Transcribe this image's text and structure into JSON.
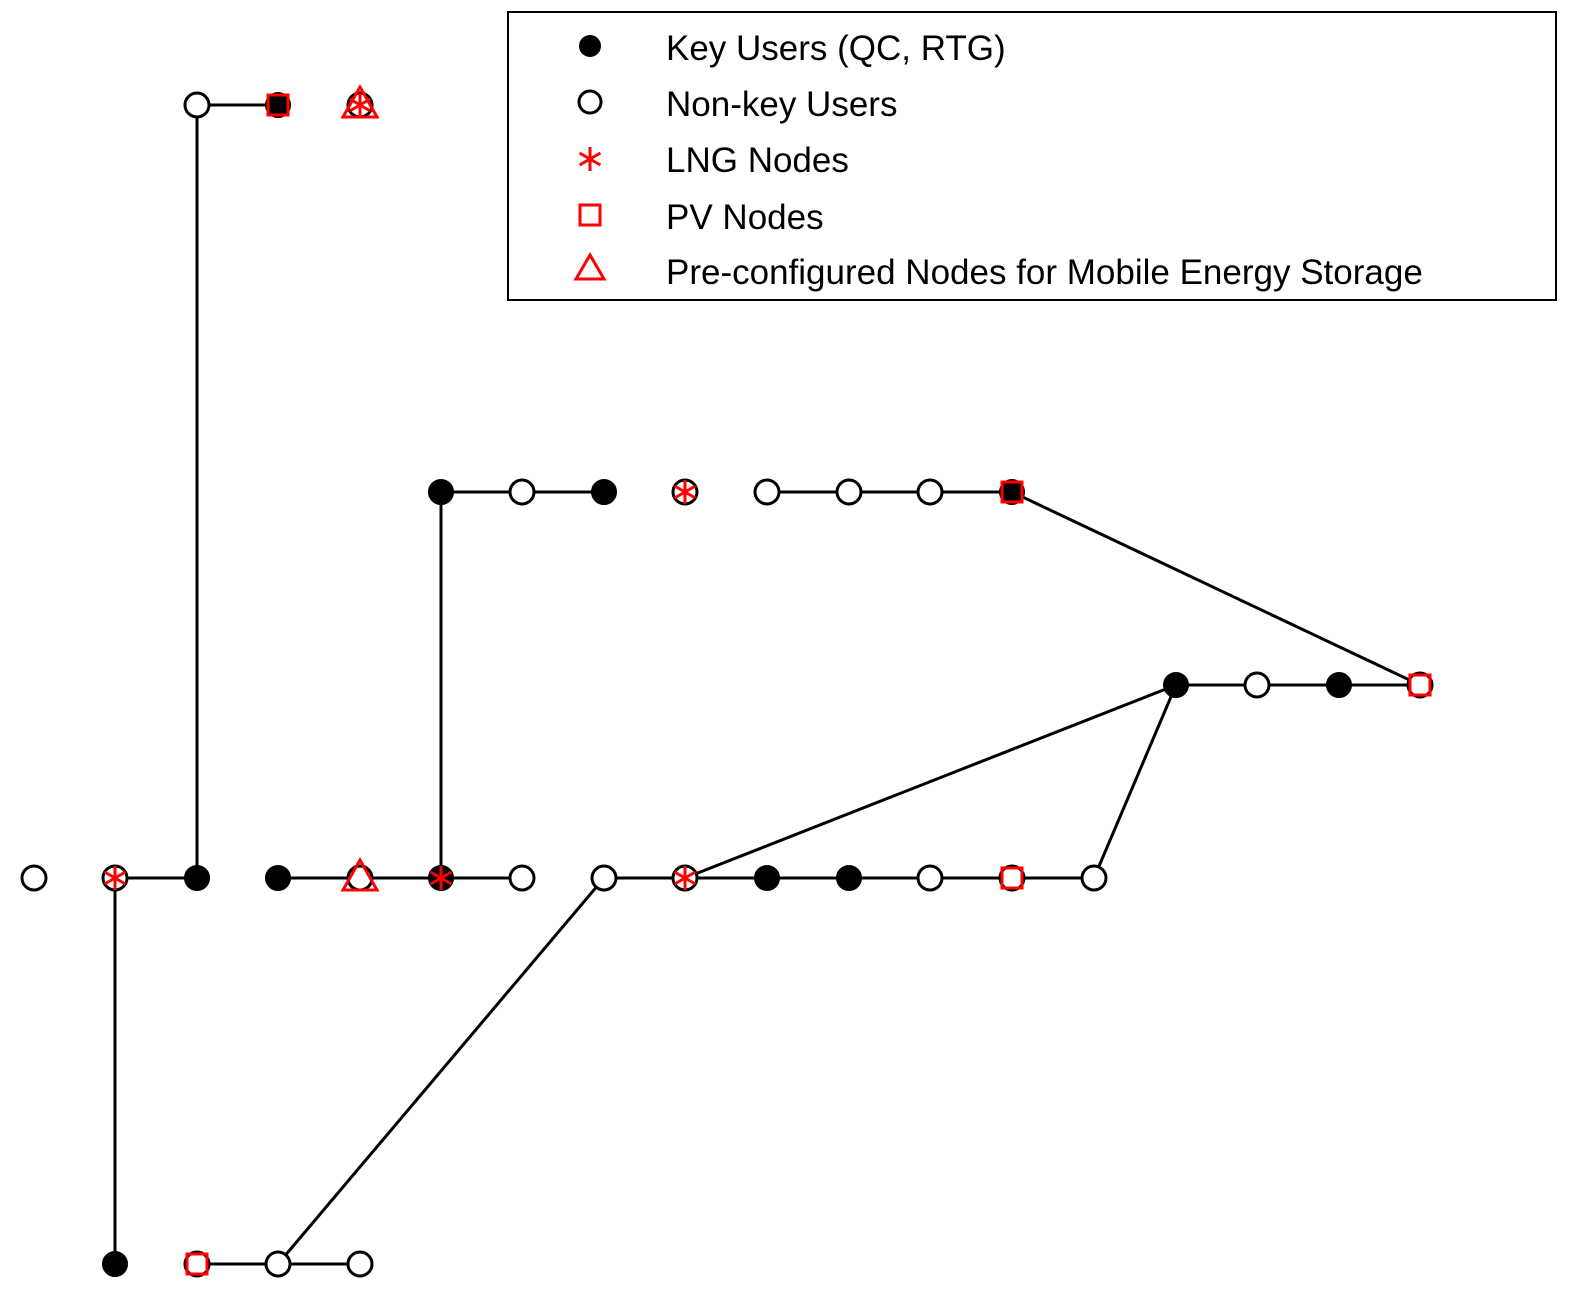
{
  "colors": {
    "line": "#000000",
    "key_user_fill": "#000000",
    "marker_red": "#ff0000",
    "background": "#ffffff"
  },
  "legend": {
    "entries": [
      {
        "marker": "filled-circle",
        "label": "Key Users (QC, RTG)"
      },
      {
        "marker": "open-circle",
        "label": "Non-key Users"
      },
      {
        "marker": "red-asterisk",
        "label": "LNG Nodes"
      },
      {
        "marker": "red-square",
        "label": "PV Nodes"
      },
      {
        "marker": "red-triangle",
        "label": "Pre-configured Nodes for Mobile Energy Storage"
      }
    ]
  },
  "network": {
    "nodes": [
      {
        "id": "m0",
        "kind": "nonkey"
      },
      {
        "id": "m1",
        "kind": "nonkey",
        "lng": true
      },
      {
        "id": "m2",
        "kind": "key"
      },
      {
        "id": "m3",
        "kind": "key"
      },
      {
        "id": "m4",
        "kind": "nonkey",
        "mes": true
      },
      {
        "id": "m5",
        "kind": "key",
        "lng": true
      },
      {
        "id": "m6",
        "kind": "nonkey"
      },
      {
        "id": "m7",
        "kind": "nonkey"
      },
      {
        "id": "m8",
        "kind": "nonkey",
        "lng": true
      },
      {
        "id": "m9",
        "kind": "key"
      },
      {
        "id": "m10",
        "kind": "key"
      },
      {
        "id": "m11",
        "kind": "nonkey"
      },
      {
        "id": "m12",
        "kind": "nonkey",
        "pv": true
      },
      {
        "id": "m13",
        "kind": "nonkey"
      },
      {
        "id": "t0",
        "kind": "nonkey"
      },
      {
        "id": "t1",
        "kind": "key",
        "pv": true
      },
      {
        "id": "t2",
        "kind": "nonkey",
        "lng": true,
        "mes": true
      },
      {
        "id": "u0",
        "kind": "key"
      },
      {
        "id": "u1",
        "kind": "nonkey"
      },
      {
        "id": "u2",
        "kind": "key"
      },
      {
        "id": "u3",
        "kind": "nonkey",
        "lng": true
      },
      {
        "id": "u4",
        "kind": "nonkey"
      },
      {
        "id": "u5",
        "kind": "nonkey"
      },
      {
        "id": "u6",
        "kind": "nonkey"
      },
      {
        "id": "u7",
        "kind": "key",
        "pv": true
      },
      {
        "id": "r0",
        "kind": "key"
      },
      {
        "id": "r1",
        "kind": "nonkey"
      },
      {
        "id": "r2",
        "kind": "key"
      },
      {
        "id": "r3",
        "kind": "nonkey",
        "pv": true
      },
      {
        "id": "b0",
        "kind": "key"
      },
      {
        "id": "b1",
        "kind": "nonkey",
        "pv": true
      },
      {
        "id": "b2",
        "kind": "nonkey"
      },
      {
        "id": "b3",
        "kind": "nonkey"
      }
    ],
    "edges": [
      [
        "m1",
        "m2"
      ],
      [
        "m3",
        "m4"
      ],
      [
        "m4",
        "m5"
      ],
      [
        "m5",
        "m6"
      ],
      [
        "m7",
        "m8"
      ],
      [
        "m8",
        "m9"
      ],
      [
        "m9",
        "m10"
      ],
      [
        "m10",
        "m11"
      ],
      [
        "m11",
        "m12"
      ],
      [
        "m12",
        "m13"
      ],
      [
        "m2",
        "t0"
      ],
      [
        "t0",
        "t1"
      ],
      [
        "m5",
        "u0"
      ],
      [
        "u0",
        "u1"
      ],
      [
        "u1",
        "u2"
      ],
      [
        "u4",
        "u5"
      ],
      [
        "u5",
        "u6"
      ],
      [
        "u6",
        "u7"
      ],
      [
        "u7",
        "r3"
      ],
      [
        "r0",
        "r1"
      ],
      [
        "r1",
        "r2"
      ],
      [
        "r2",
        "r3"
      ],
      [
        "m8",
        "r0"
      ],
      [
        "m13",
        "r0"
      ],
      [
        "m1",
        "b0"
      ],
      [
        "b1",
        "b2"
      ],
      [
        "b2",
        "b3"
      ],
      [
        "b2",
        "m7"
      ]
    ]
  }
}
